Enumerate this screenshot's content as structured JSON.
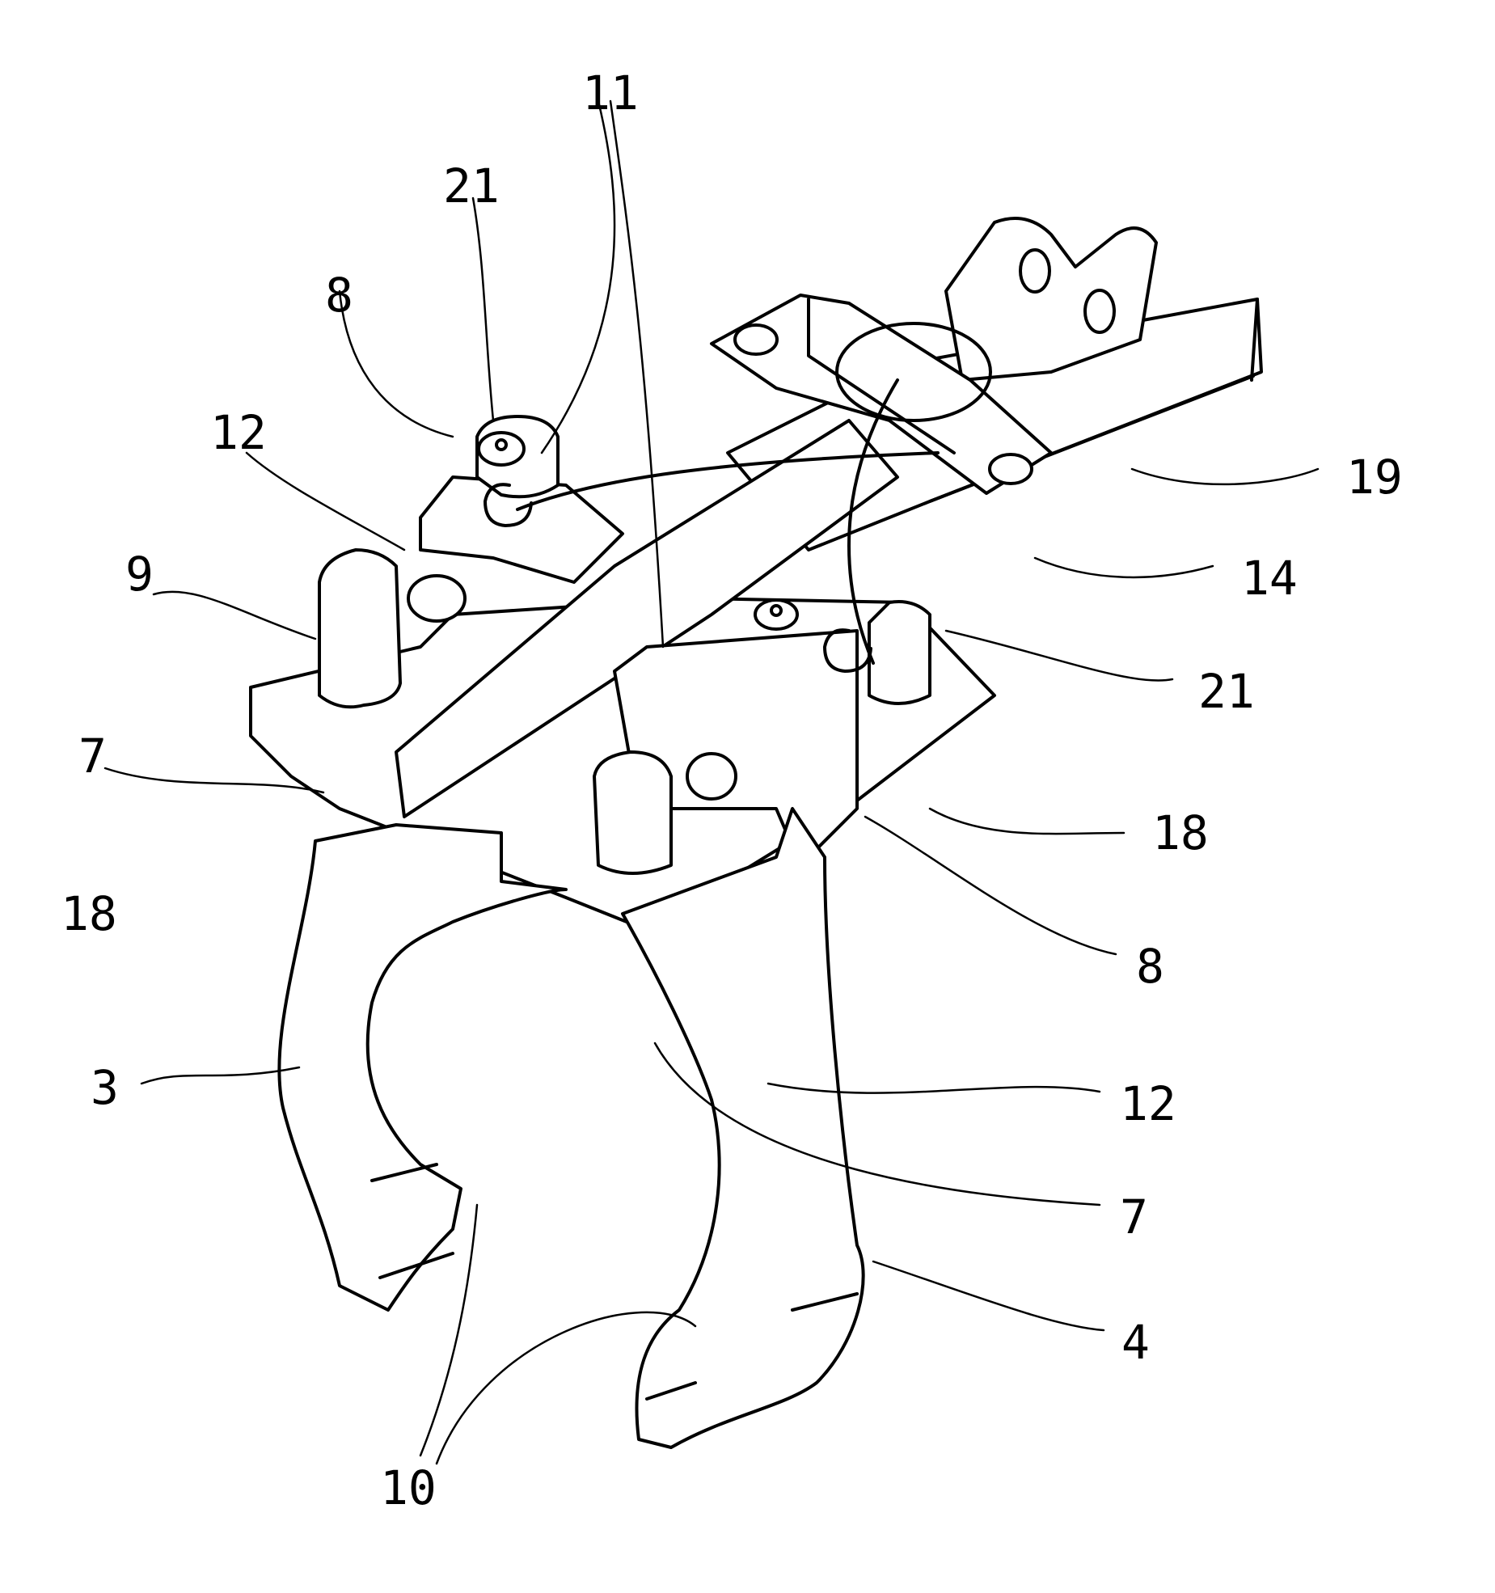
{
  "figure": {
    "labels": {
      "l11": "11",
      "l21_top": "21",
      "l8_top": "8",
      "l12_top": "12",
      "l9": "9",
      "l7_left": "7",
      "l18_left": "18",
      "l3": "3",
      "l10": "10",
      "l19": "19",
      "l14": "14",
      "l21_right": "21",
      "l18_right": "18",
      "l8_right": "8",
      "l12_right": "12",
      "l7_right": "7",
      "l4": "4"
    }
  }
}
